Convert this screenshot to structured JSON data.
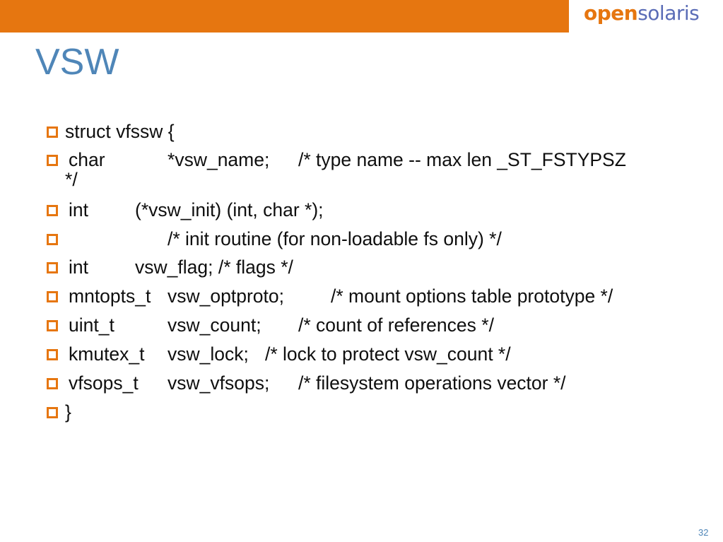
{
  "header": {
    "logo": {
      "part1": "open",
      "part2": "solaris"
    }
  },
  "slide": {
    "title": "VSW",
    "bullets": [
      {
        "c1": "struct vfssw {"
      },
      {
        "c1": "char",
        "c2": "*vsw_name;",
        "c3": "/* type name -- max len _ST_FSTYPSZ",
        "wrap": "*/"
      },
      {
        "c1": "int",
        "c2": "(*vsw_init) (int, char *);"
      },
      {
        "c1": "",
        "c2": "/* init routine (for non-loadable fs only) */"
      },
      {
        "c1": "int",
        "c2": "vsw_flag; /* flags */"
      },
      {
        "c1": "mntopts_t",
        "c2": "vsw_optproto;",
        "c3": "/* mount options table prototype */"
      },
      {
        "c1": "uint_t",
        "c2": "vsw_count;",
        "c3": "/* count of references */"
      },
      {
        "c1": "kmutex_t",
        "c2": "vsw_lock;",
        "c3": "/* lock to protect vsw_count */"
      },
      {
        "c1": "vfsops_t",
        "c2": "vsw_vfsops;",
        "c3": "/* filesystem operations vector */"
      },
      {
        "c1": "}"
      }
    ],
    "page_number": "32"
  },
  "colors": {
    "accent_orange": "#e67610",
    "title_blue": "#4f86b8",
    "logo_purple": "#5a6cb6"
  }
}
